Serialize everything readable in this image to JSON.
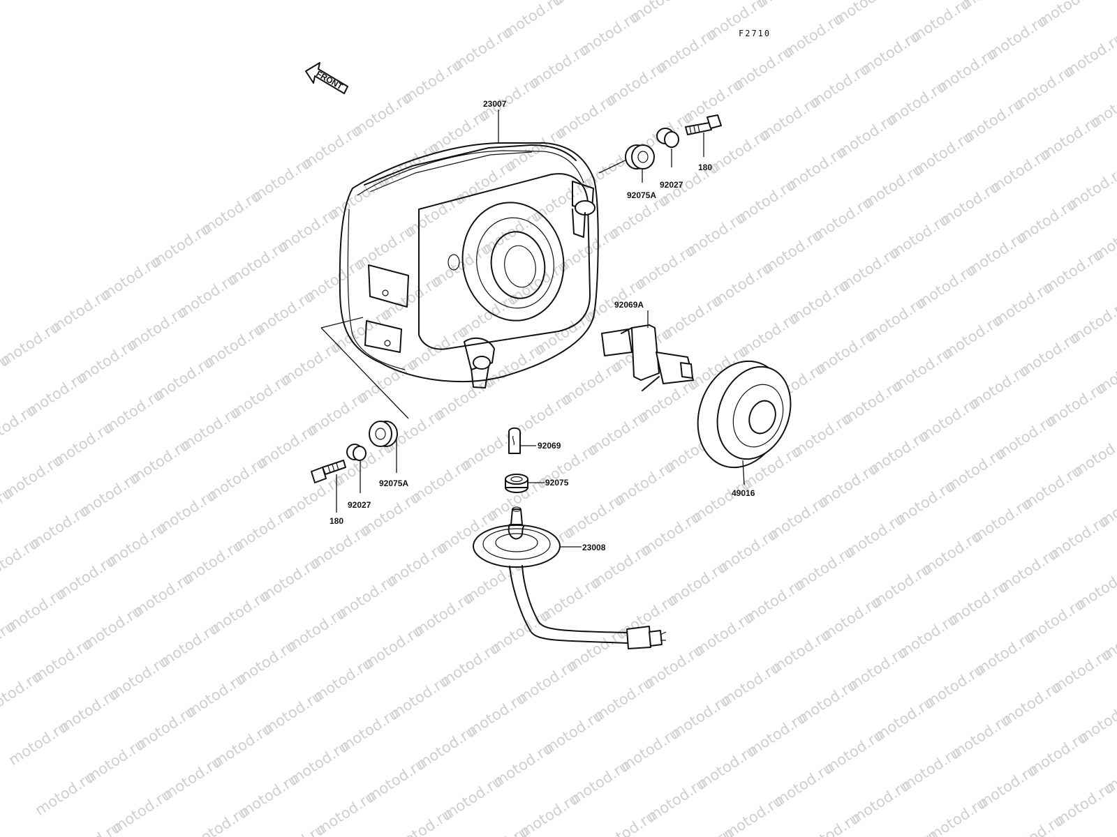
{
  "diagram": {
    "figure_code": "F2710",
    "front_label": "FRONT",
    "watermark_text": "motod.ru",
    "parts": [
      {
        "id": "headlight-housing",
        "label": "23007"
      },
      {
        "id": "grommet-right",
        "label": "92075A"
      },
      {
        "id": "collar-right",
        "label": "92027"
      },
      {
        "id": "bolt-right",
        "label": "180"
      },
      {
        "id": "headlight-bulb",
        "label": "92069A"
      },
      {
        "id": "bulb-cover",
        "label": "49016"
      },
      {
        "id": "grommet-left",
        "label": "92075A"
      },
      {
        "id": "collar-left",
        "label": "92027"
      },
      {
        "id": "bolt-left",
        "label": "180"
      },
      {
        "id": "pilot-bulb",
        "label": "92069"
      },
      {
        "id": "pilot-grommet",
        "label": "92075"
      },
      {
        "id": "socket-harness",
        "label": "23008"
      }
    ],
    "colors": {
      "ink": "#111111",
      "watermark": "#cfcfcf",
      "background": "#ffffff"
    }
  }
}
